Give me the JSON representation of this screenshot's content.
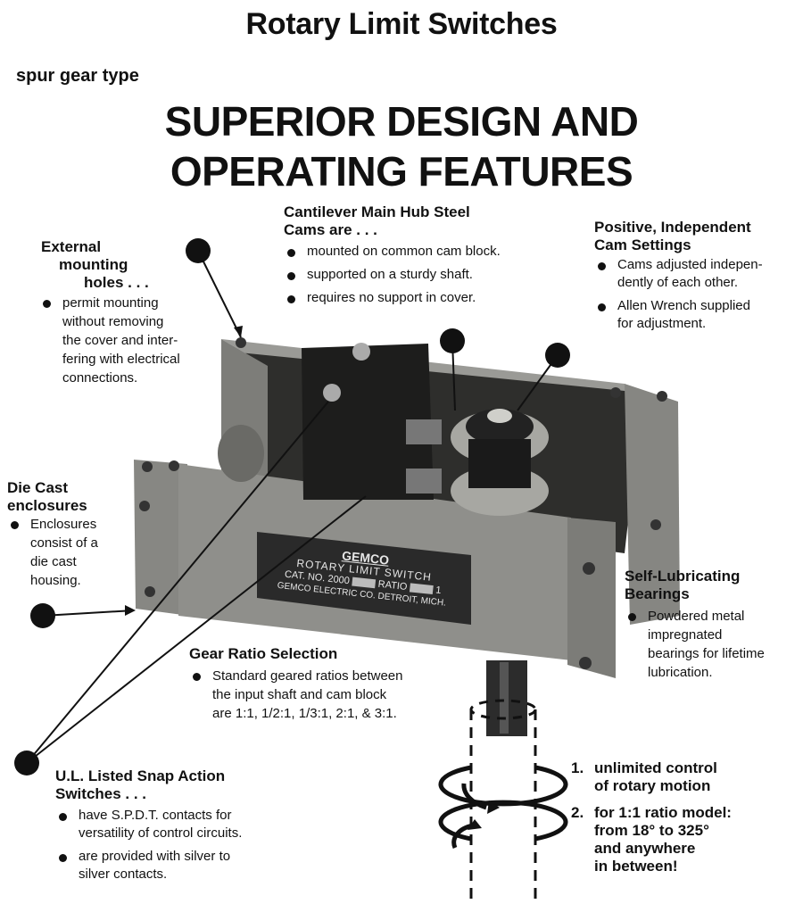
{
  "title": "Rotary Limit Switches",
  "subtitle": "spur gear type",
  "headline": {
    "line1": "SUPERIOR DESIGN AND",
    "line2": "OPERATING FEATURES"
  },
  "sections": {
    "external": {
      "h1": "External",
      "h2": "mounting",
      "h3": "holes . . .",
      "items": [
        "permit mounting",
        "without removing",
        "the cover and inter-",
        "fering with electrical",
        "connections."
      ]
    },
    "cantilever": {
      "h1": "Cantilever Main Hub Steel",
      "h2": "Cams are . . .",
      "items": [
        "mounted on common cam block.",
        "supported on a sturdy shaft.",
        "requires no support in cover."
      ]
    },
    "positive": {
      "h1": "Positive, Independent",
      "h2": "Cam Settings",
      "items": [
        {
          "l1": "Cams adjusted indepen-",
          "l2": "dently of each other."
        },
        {
          "l1": "Allen Wrench supplied",
          "l2": "for adjustment."
        }
      ]
    },
    "diecast": {
      "h1": "Die Cast",
      "h2": "enclosures",
      "lines": [
        "Enclosures",
        "consist of a",
        "die cast",
        "housing."
      ]
    },
    "selflub": {
      "h1": "Self-Lubricating",
      "h2": "Bearings",
      "lines": [
        "Powdered metal",
        "impregnated",
        "bearings for lifetime",
        "lubrication."
      ]
    },
    "gear": {
      "h1": "Gear Ratio Selection",
      "lines": [
        "Standard geared ratios between",
        "the input shaft and cam block",
        "are 1:1, 1/2:1, 1/3:1, 2:1, & 3:1."
      ]
    },
    "ul": {
      "h1": "U.L. Listed Snap Action",
      "h2": "Switches . . .",
      "items": [
        {
          "l1": "have S.P.D.T. contacts for",
          "l2": "versatility of control circuits."
        },
        {
          "l1": "are provided with silver to",
          "l2": "silver contacts."
        }
      ]
    }
  },
  "features": {
    "f1_num": "1.",
    "f1_l1": "unlimited control",
    "f1_l2": "of rotary motion",
    "f2_num": "2.",
    "f2_l1": "for 1:1 ratio model:",
    "f2_l2": "from 18° to 325°",
    "f2_l3": "and anywhere",
    "f2_l4": "in between!"
  },
  "nameplate": {
    "brand": "GEMCO",
    "line1": "ROTARY LIMIT SWITCH",
    "cat": "CAT. NO. 2000",
    "ratio": "RATIO",
    "ratio_val": "1",
    "maker": "GEMCO ELECTRIC CO. DETROIT, MICH."
  },
  "colors": {
    "ink": "#111111",
    "housing": "#8a8a86",
    "housing_dark": "#5d5d5a",
    "plate": "#2a2a2a"
  }
}
